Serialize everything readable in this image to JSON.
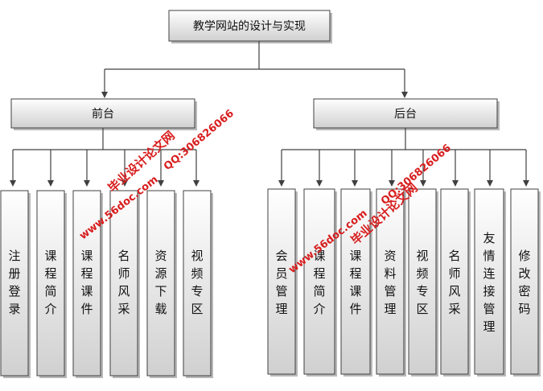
{
  "root": {
    "label": "教学网站的设计与实现"
  },
  "branches": [
    {
      "label": "前台",
      "children": [
        "注册登录",
        "课程简介",
        "课程课件",
        "名师风采",
        "资源下载",
        "视频专区"
      ]
    },
    {
      "label": "后台",
      "children": [
        "会员管理",
        "课程简介",
        "课程课件",
        "资料管理",
        "视频专区",
        "名师风采",
        "友情连接管理",
        "修改密码"
      ]
    }
  ],
  "watermarks": [
    {
      "text": "毕业设计论文网"
    },
    {
      "text": "QQ:306826066"
    },
    {
      "text": "www.56doc.com"
    },
    {
      "text": "www.56doc.com"
    },
    {
      "text": "毕业设计论文网"
    },
    {
      "text": "QQ:306826066"
    }
  ],
  "colors": {
    "box_top": "#ffffff",
    "box_bottom": "#d0d0d0",
    "border": "#404040",
    "watermark": "#d81e1e"
  }
}
